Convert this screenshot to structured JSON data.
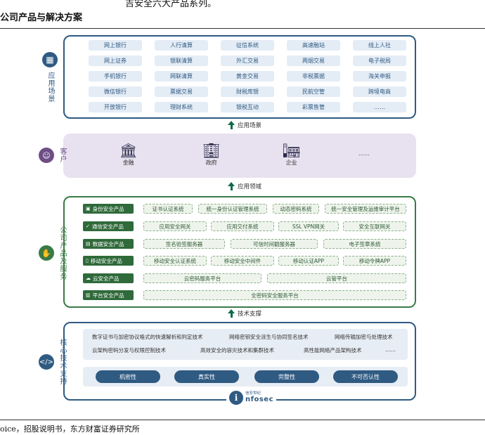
{
  "page": {
    "top_text": "吉安全六大产品系列。",
    "section_title": "公司产品与解决方案",
    "source": "oice，招股说明书，东方财富证券研究所"
  },
  "colors": {
    "blue": "#2f5a82",
    "purple": "#6d4e86",
    "green": "#3a7a46",
    "arrow_green": "#0d6b46"
  },
  "scenes": {
    "side_label": "应用场景",
    "icon": "grid-icon",
    "items": [
      "网上银行",
      "人行清算",
      "征信系统",
      "高速融站",
      "线上人社",
      "网上证券",
      "银联清算",
      "外汇交易",
      "两烟交易",
      "电子税局",
      "手机银行",
      "网联清算",
      "黄金交易",
      "非税票据",
      "海关申报",
      "微信银行",
      "票据交易",
      "财税库银",
      "民航空管",
      "跨境电商",
      "开放银行",
      "理财系统",
      "银税互动",
      "彩票售管",
      "……"
    ]
  },
  "arrows": {
    "a1": "应用场景",
    "a2": "应用领域",
    "a3": "技术支撑"
  },
  "customers": {
    "side_label": "客户",
    "icon": "people-icon",
    "items": [
      {
        "label": "金融",
        "icon": "bank-icon"
      },
      {
        "label": "政府",
        "icon": "government-icon"
      },
      {
        "label": "企业",
        "icon": "building-icon"
      },
      {
        "label": "……",
        "icon": ""
      }
    ]
  },
  "products": {
    "side_label": "公司产品及服务",
    "icon": "service-hand-icon",
    "rows": [
      {
        "tag": "身份安全产品",
        "items": [
          "证书认证系统",
          "统一身份认证管理系统",
          "动态密码系统",
          "统一安全管理及运维审计平台"
        ]
      },
      {
        "tag": "通信安全产品",
        "items": [
          "应用安全网关",
          "应用交付系统",
          "SSL VPN网关",
          "安全互联网关"
        ]
      },
      {
        "tag": "数据安全产品",
        "items": [
          "签名验签服务器",
          "可信时间戳服务器",
          "电子签章系统"
        ]
      },
      {
        "tag": "移动安全产品",
        "items": [
          "移动安全认证系统",
          "移动安全中间件",
          "移动认证APP",
          "移动令牌APP"
        ]
      },
      {
        "tag": "云安全产品",
        "items": [
          "云密码服务平台",
          "云管平台"
        ]
      },
      {
        "tag": "平台安全产品",
        "items": [
          "全密码安全服务平台"
        ]
      }
    ]
  },
  "tech": {
    "side_label": "核心技术支持",
    "icon": "code-icon",
    "items": [
      "数字证书与加密协议格式的快速解析和判定技术",
      "网络密钥安全派生与协同签名技术",
      "网络传输加密与处理技术",
      "云架构密码分发与权限控制技术",
      "高效安全的容灾技术和集群技术",
      "高性能网络产品架构技术",
      "……"
    ],
    "properties": [
      "机密性",
      "真实性",
      "完整性",
      "不可否认性"
    ]
  },
  "logo": {
    "letter": "i",
    "cn": "信安世纪",
    "en": "nfosec"
  }
}
